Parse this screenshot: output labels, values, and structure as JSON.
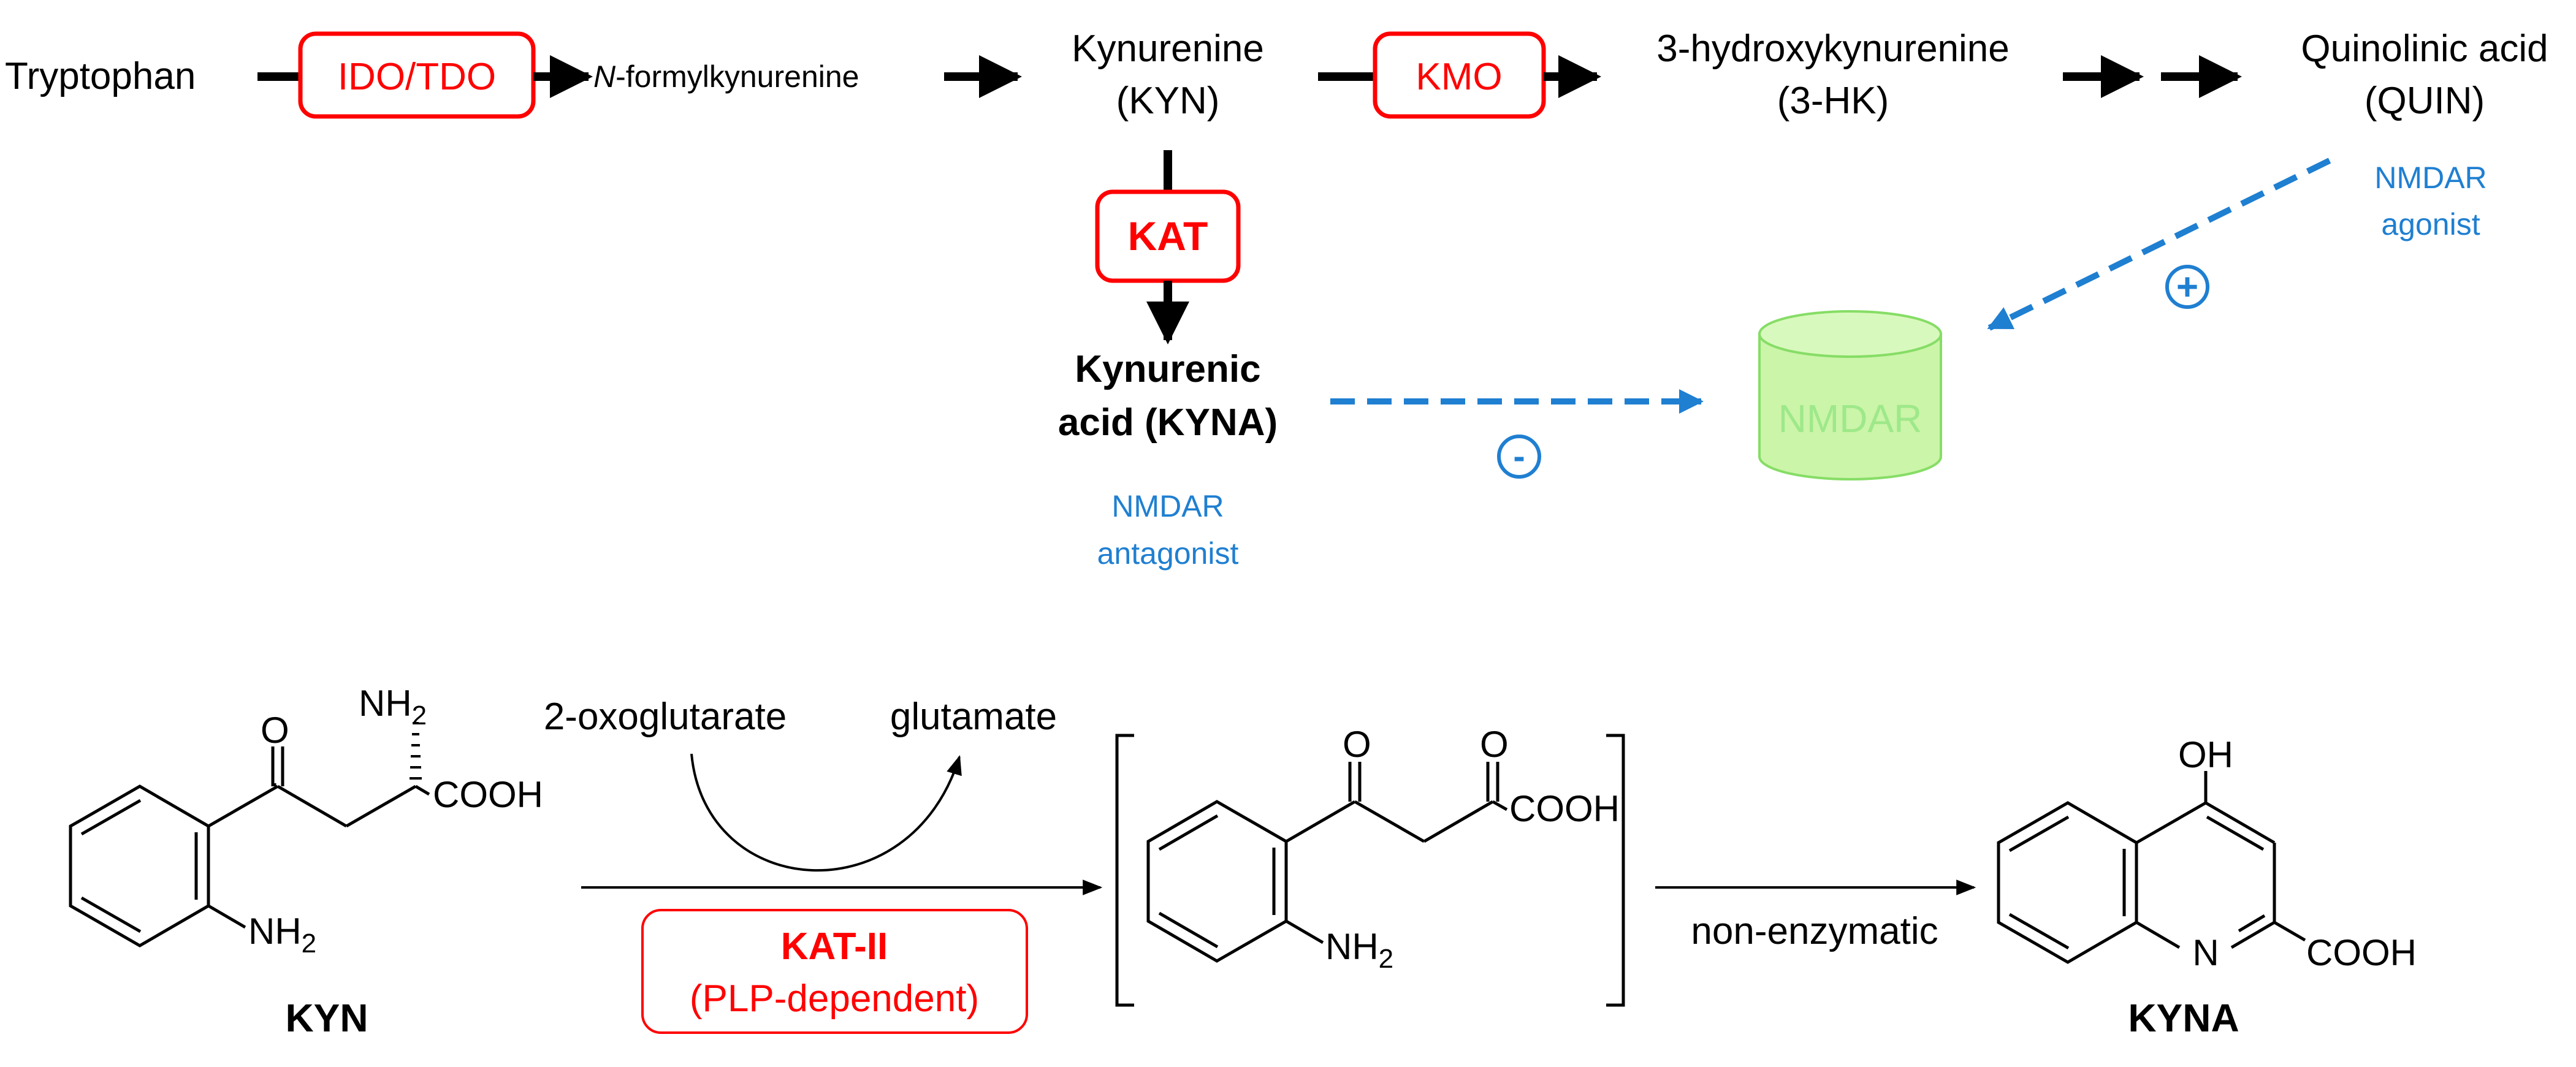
{
  "colors": {
    "black": "#000000",
    "enzyme_red": "#ff0000",
    "receptor_blue": "#1f7fd1",
    "nmdar_fill": "#cbf5a8",
    "nmdar_stroke": "#86dd66",
    "nmdar_text": "#9ee88a"
  },
  "pathway": {
    "tryptophan": "Tryptophan",
    "ido_tdo": "IDO/TDO",
    "n_formyl_italic": "N",
    "n_formyl_rest": "-formylkynurenine",
    "kynurenine": "Kynurenine",
    "kyn_abbr": "(KYN)",
    "kmo": "KMO",
    "hk_name": "3-hydroxykynurenine",
    "hk_abbr": "(3-HK)",
    "quin_name": "Quinolinic acid",
    "quin_abbr": "(QUIN)",
    "kat": "KAT",
    "kyna_line1": "Kynurenic",
    "kyna_line2": "acid (KYNA)",
    "nmdar": "NMDAR",
    "agonist_line1": "NMDAR",
    "agonist_line2": "agonist",
    "antagonist_line1": "NMDAR",
    "antagonist_line2": "antagonist",
    "plus": "+",
    "minus": "-"
  },
  "reaction": {
    "oxoglutarate": "2-oxoglutarate",
    "glutamate": "glutamate",
    "kat_ii": "KAT-II",
    "plp": "(PLP-dependent)",
    "non_enzymatic": "non-enzymatic",
    "kyn_label": "KYN",
    "kyna_label": "KYNA",
    "o": "O",
    "nh": "NH",
    "sub2": "2",
    "cooh": "COOH",
    "oh": "OH",
    "n": "N"
  }
}
